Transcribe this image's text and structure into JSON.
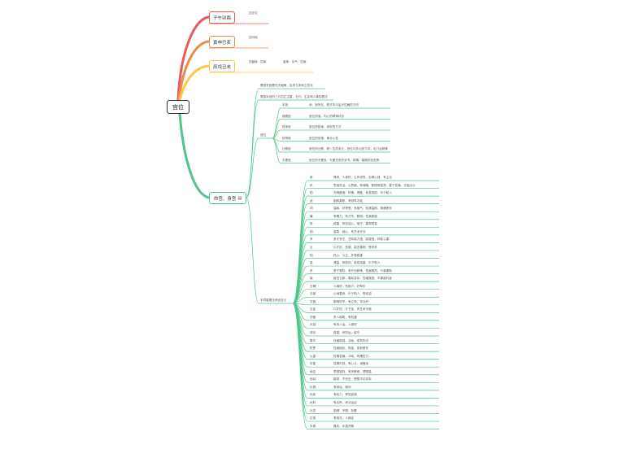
{
  "root": {
    "label": "宫位"
  },
  "colors": {
    "b1": "#e8595a",
    "b2": "#f08a4b",
    "b3": "#f7c84a",
    "b4": "#4cc68a"
  },
  "branches": [
    {
      "label": "子午卯酉",
      "note": "四正位"
    },
    {
      "label": "寅申巳亥",
      "note": "四马地"
    },
    {
      "label": "辰戌丑未",
      "note": "四墓库 · 四库",
      "note2": "墓库 · 杂气 · 四库"
    },
    {
      "label": "命宫、身宫",
      "icon": "note-icon"
    }
  ],
  "green_section": {
    "l1_a": "需按本宫看先天格局，后来与流年之变化",
    "l1_b": "需按本宫的三方四正主星，五行、生克和人事的看法",
    "l1_c": "宫位",
    "l1_d": "不同星曜坐命宫含义",
    "gong_items": [
      {
        "k": "本宫",
        "v": "命、宫所在，看才华与后天性格的方向"
      },
      {
        "k": "福德宫",
        "v": "宫位所落，内心的精神状态"
      },
      {
        "k": "财帛宫",
        "v": "宫位所财帛、求财的方式"
      },
      {
        "k": "官禄宫",
        "v": "宫位所官禄、事业心性"
      },
      {
        "k": "迁移宫",
        "v": "宫位所迁移，看一生的变迁，宫位与外出的方向，出门运势等"
      },
      {
        "k": "夫妻宫",
        "v": "宫位所夫妻宫，夫妻关系的状况，感情、婚姻的状态等"
      }
    ],
    "stars": [
      {
        "k": "紫",
        "v": "尊贵、人缘好、主有领导、自尊心强，有主见"
      },
      {
        "k": "机",
        "v": "思维灵活、心思细、有谋略、聪明有智慧、善于变通、才能出众"
      },
      {
        "k": "阳",
        "v": "光明磊落、热情、博爱、有表现欲、乐于助人"
      },
      {
        "k": "武",
        "v": "刚毅果断、有领导才能"
      },
      {
        "k": "同",
        "v": "温和、好享受、有福气、性情温和、随遇而安"
      },
      {
        "k": "廉",
        "v": "有魄力、有才华、聪明、性格刚强"
      },
      {
        "k": "府",
        "v": "稳重、有包容心、保守、重视财富"
      },
      {
        "k": "阴",
        "v": "温柔、细心、有艺术天分"
      },
      {
        "k": "贪",
        "v": "多才多艺、交际能力强、欲望强、好胜心重"
      },
      {
        "k": "巨",
        "v": "口才好、多疑、能言善辩、是非多"
      },
      {
        "k": "相",
        "v": "热心、公正、外表稳重"
      },
      {
        "k": "梁",
        "v": "清高、有原则、老成持重、乐于助人"
      },
      {
        "k": "杀",
        "v": "勇于冒险、有开创精神、性格刚烈、行事果断"
      },
      {
        "k": "破",
        "v": "破旧立新、喜欢变化、性格叛逆、不喜被约束"
      },
      {
        "k": "左辅",
        "v": "人缘好、有助力、好帮手"
      },
      {
        "k": "右弼",
        "v": "心地善良、乐于助人、受欢迎"
      },
      {
        "k": "文昌",
        "v": "聪明好学、有文采、学业好"
      },
      {
        "k": "文曲",
        "v": "口才好、才艺佳、有艺术天赋"
      },
      {
        "k": "天魁",
        "v": "贵人相助、有机遇"
      },
      {
        "k": "天钺",
        "v": "有贵人运、人缘好"
      },
      {
        "k": "禄存",
        "v": "稳重、有财运、保守"
      },
      {
        "k": "擎羊",
        "v": "性格刚强、冲动、易有伤灾"
      },
      {
        "k": "陀罗",
        "v": "性格固执、拖延、易有是非"
      },
      {
        "k": "火星",
        "v": "性情急躁、冲动、有爆发力"
      },
      {
        "k": "铃星",
        "v": "性情内敛、有心计、谋略深"
      },
      {
        "k": "地空",
        "v": "思想独特、有宗教缘、理想高"
      },
      {
        "k": "地劫",
        "v": "破财、不安定、理想不切实际"
      },
      {
        "k": "化禄",
        "v": "有财运、顺利"
      },
      {
        "k": "化权",
        "v": "有权力、掌控欲强"
      },
      {
        "k": "化科",
        "v": "有名声、考试运佳"
      },
      {
        "k": "化忌",
        "v": "阻碍、不顺、执着"
      },
      {
        "k": "红鸾",
        "v": "有桃花、人缘佳"
      },
      {
        "k": "天喜",
        "v": "喜庆、乐观开朗"
      }
    ]
  }
}
